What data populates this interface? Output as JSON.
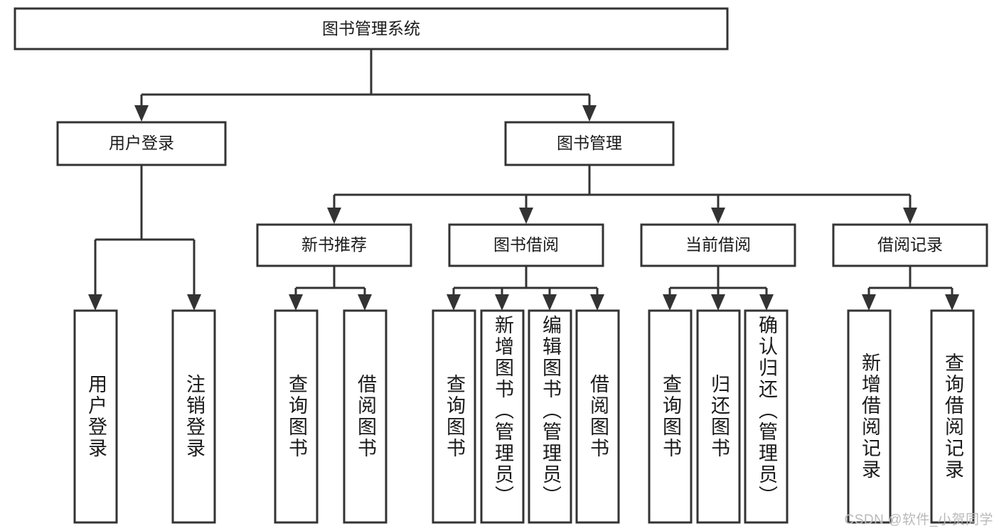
{
  "diagram": {
    "type": "tree-hierarchy",
    "title": "图书管理系统",
    "watermark": "CSDN @软件_小贺同学",
    "colors": {
      "stroke": "#333333",
      "fill": "#ffffff",
      "text": "#1a1a1a",
      "watermark": "#b9b9b9",
      "background": "#ffffff"
    },
    "levels": [
      {
        "level": 1,
        "nodes": [
          {
            "id": "root",
            "label": "图书管理系统",
            "orientation": "horizontal"
          }
        ]
      },
      {
        "level": 2,
        "nodes": [
          {
            "id": "login",
            "label": "用户登录",
            "orientation": "horizontal",
            "parent": "root"
          },
          {
            "id": "bookmgmt",
            "label": "图书管理",
            "orientation": "horizontal",
            "parent": "root"
          }
        ]
      },
      {
        "level": 3,
        "nodes": [
          {
            "id": "newbook",
            "label": "新书推荐",
            "orientation": "horizontal",
            "parent": "bookmgmt"
          },
          {
            "id": "borrow",
            "label": "图书借阅",
            "orientation": "horizontal",
            "parent": "bookmgmt"
          },
          {
            "id": "current",
            "label": "当前借阅",
            "orientation": "horizontal",
            "parent": "bookmgmt"
          },
          {
            "id": "records",
            "label": "借阅记录",
            "orientation": "horizontal",
            "parent": "bookmgmt"
          }
        ]
      },
      {
        "level": 4,
        "nodes": [
          {
            "id": "leaf-user-login",
            "label": "用户登录",
            "orientation": "vertical",
            "parent": "login"
          },
          {
            "id": "leaf-user-logout",
            "label": "注销登录",
            "orientation": "vertical",
            "parent": "login"
          },
          {
            "id": "leaf-newbook-query",
            "label": "查询图书",
            "orientation": "vertical",
            "parent": "newbook"
          },
          {
            "id": "leaf-newbook-borrow",
            "label": "借阅图书",
            "orientation": "vertical",
            "parent": "newbook"
          },
          {
            "id": "leaf-borrow-query",
            "label": "查询图书",
            "orientation": "vertical",
            "parent": "borrow"
          },
          {
            "id": "leaf-borrow-add",
            "label": "新增图书（管理员）",
            "orientation": "vertical",
            "parent": "borrow"
          },
          {
            "id": "leaf-borrow-edit",
            "label": "编辑图书（管理员）",
            "orientation": "vertical",
            "parent": "borrow"
          },
          {
            "id": "leaf-borrow-borrow",
            "label": "借阅图书",
            "orientation": "vertical",
            "parent": "borrow"
          },
          {
            "id": "leaf-current-query",
            "label": "查询图书",
            "orientation": "vertical",
            "parent": "current"
          },
          {
            "id": "leaf-current-return",
            "label": "归还图书",
            "orientation": "vertical",
            "parent": "current"
          },
          {
            "id": "leaf-current-confirm",
            "label": "确认归还（管理员）",
            "orientation": "vertical",
            "parent": "current"
          },
          {
            "id": "leaf-records-add",
            "label": "新增借阅记录",
            "orientation": "vertical",
            "parent": "records"
          },
          {
            "id": "leaf-records-query",
            "label": "查询借阅记录",
            "orientation": "vertical",
            "parent": "records"
          }
        ]
      }
    ]
  }
}
